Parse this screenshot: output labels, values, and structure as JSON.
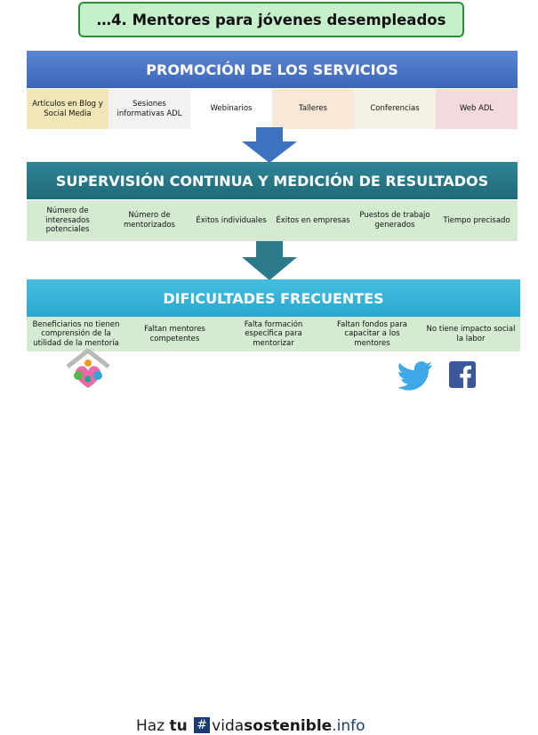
{
  "title": "…4. Mentores para jóvenes desempleados",
  "sections": [
    {
      "header": "PROMOCIÓN DE LOS SERVICIOS",
      "items": [
        {
          "text": "Artículos en Blog y Social Media",
          "color": "#f1e6b8"
        },
        {
          "text": "Sesiones informativas ADL",
          "color": "#f2f2f2"
        },
        {
          "text": "Webinarios",
          "color": "#ffffff"
        },
        {
          "text": "Talleres",
          "color": "#f9e8d8"
        },
        {
          "text": "Conferencias",
          "color": "#f4f2e4"
        },
        {
          "text": "Web ADL",
          "color": "#f4dadd"
        }
      ]
    },
    {
      "header": "SUPERVISIÓN CONTINUA Y MEDICIÓN DE RESULTADOS",
      "items": [
        {
          "text": "Número de interesados potenciales"
        },
        {
          "text": "Número de mentorizados"
        },
        {
          "text": "Éxitos individuales"
        },
        {
          "text": "Éxitos en empresas"
        },
        {
          "text": "Puestos de trabajo generados"
        },
        {
          "text": "Tiempo precisado"
        }
      ]
    },
    {
      "header": "DIFICULTADES FRECUENTES",
      "items": [
        {
          "text": "Beneficiarios no tienen comprensión de la utilidad de la mentoría"
        },
        {
          "text": "Faltan mentores competentes"
        },
        {
          "text": "Falta formación específica para mentorizar"
        },
        {
          "text": "Faltan fondos para capacitar a los mentores"
        },
        {
          "text": "No tiene impacto social la labor"
        }
      ]
    }
  ],
  "footer": {
    "haz": "Haz",
    "tu": "tu",
    "hash": "#",
    "vida": "vida",
    "sostenible": "sostenible",
    "domain": ".info"
  },
  "colors": {
    "arrow": "#3d72c0",
    "arrow2": "#2b7a8c",
    "twitter": "#3fa9e8",
    "facebook": "#3b5998"
  }
}
